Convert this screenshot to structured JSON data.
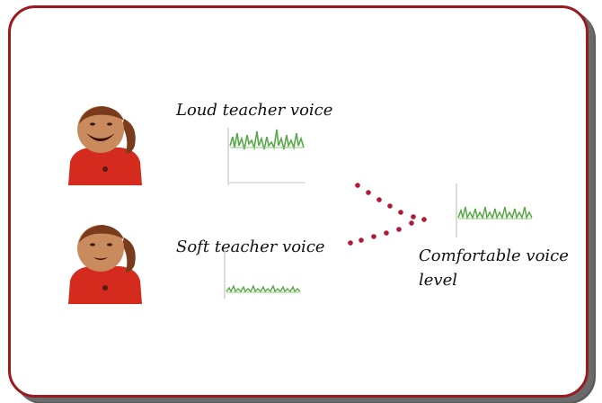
{
  "labels": {
    "loud": "Loud teacher voice",
    "soft": "Soft teacher voice",
    "comfort_line1": "Comfortable voice",
    "comfort_line2": "level"
  },
  "colors": {
    "frame_border": "#9a1a1f",
    "waveform": "#5aa84a",
    "dots": "#b01a3a",
    "shirt": "#d42b1e",
    "face": "#c98a5e",
    "hair": "#7a3a1c"
  },
  "icons": {
    "loud_avatar": "child-laughing-icon",
    "soft_avatar": "child-smiling-icon",
    "arrow_dots": "converging-dots-icon"
  }
}
